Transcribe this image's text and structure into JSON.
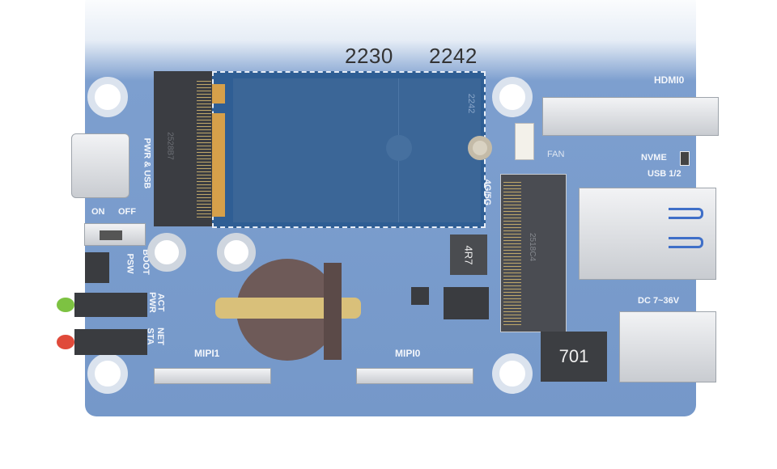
{
  "size_labels": {
    "short": "2230",
    "long": "2242"
  },
  "board_labels": {
    "hdmi": "HDMI0",
    "fan": "FAN",
    "nvme": "NVME",
    "usb": "USB 1/2",
    "dc": "DC 7~36V",
    "pwr_usb": "PWR & USB",
    "on": "ON",
    "off": "OFF",
    "boot": "BOOT",
    "psw": "PSW",
    "act": "ACT",
    "pwr": "PWR",
    "net": "NET",
    "sta": "STA",
    "mipi1": "MIPI1",
    "mipi0": "MIPI0",
    "cellular": "4G/5G",
    "card_mark": "2242",
    "socket1_mark": "2528B7",
    "socket2_mark": "2518C4",
    "inductor_small": "4R7",
    "inductor_large": "701"
  },
  "colors": {
    "board": "#7598c9",
    "card": "#2f5e94",
    "gold": "#d6a04a",
    "led_green": "#7dc242",
    "led_red": "#e04a3a"
  }
}
